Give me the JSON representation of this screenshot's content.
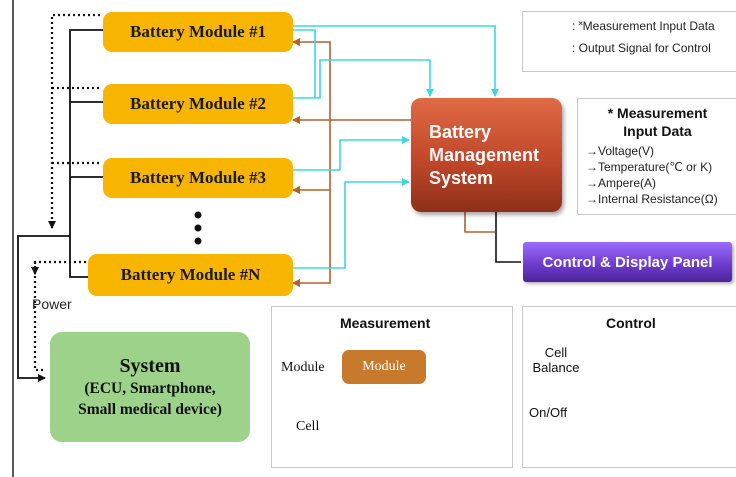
{
  "battery_modules": [
    {
      "label": "Battery Module #1"
    },
    {
      "label": "Battery Module #2"
    },
    {
      "label": "Battery Module #3"
    },
    {
      "label": "Battery Module #N"
    }
  ],
  "bms": {
    "line1_first": "B",
    "line1_rest": "attery",
    "line2_first": "M",
    "line2_rest": "anagement",
    "line3_first": "S",
    "line3_rest": "ystem"
  },
  "control_panel": {
    "label": "Control & Display Panel"
  },
  "system": {
    "title": "System",
    "line2": "(ECU, Smartphone,",
    "line3": "Small medical device)"
  },
  "power_label": "Power",
  "legend": {
    "measurement": ": ˟Measurement Input Data",
    "output": ": Output Signal for Control",
    "colors": {
      "measurement": "#3fd5e8",
      "output": "#b0622e"
    }
  },
  "measurement_data": {
    "title_line1": "* Measurement",
    "title_line2": "Input Data",
    "items": [
      "→Voltage(V)",
      "→Temperature(℃ or K)",
      "→Ampere(A)",
      "→Internal Resistance(Ω)"
    ]
  },
  "measurement_panel": {
    "title": "Measurement",
    "module_label": "Module",
    "module_box": "Module",
    "cell_label": "Cell"
  },
  "control_panel_box": {
    "title": "Control",
    "cell_balance_line1": "Cell",
    "cell_balance_line2": "Balance",
    "onoff": "On/Off"
  }
}
